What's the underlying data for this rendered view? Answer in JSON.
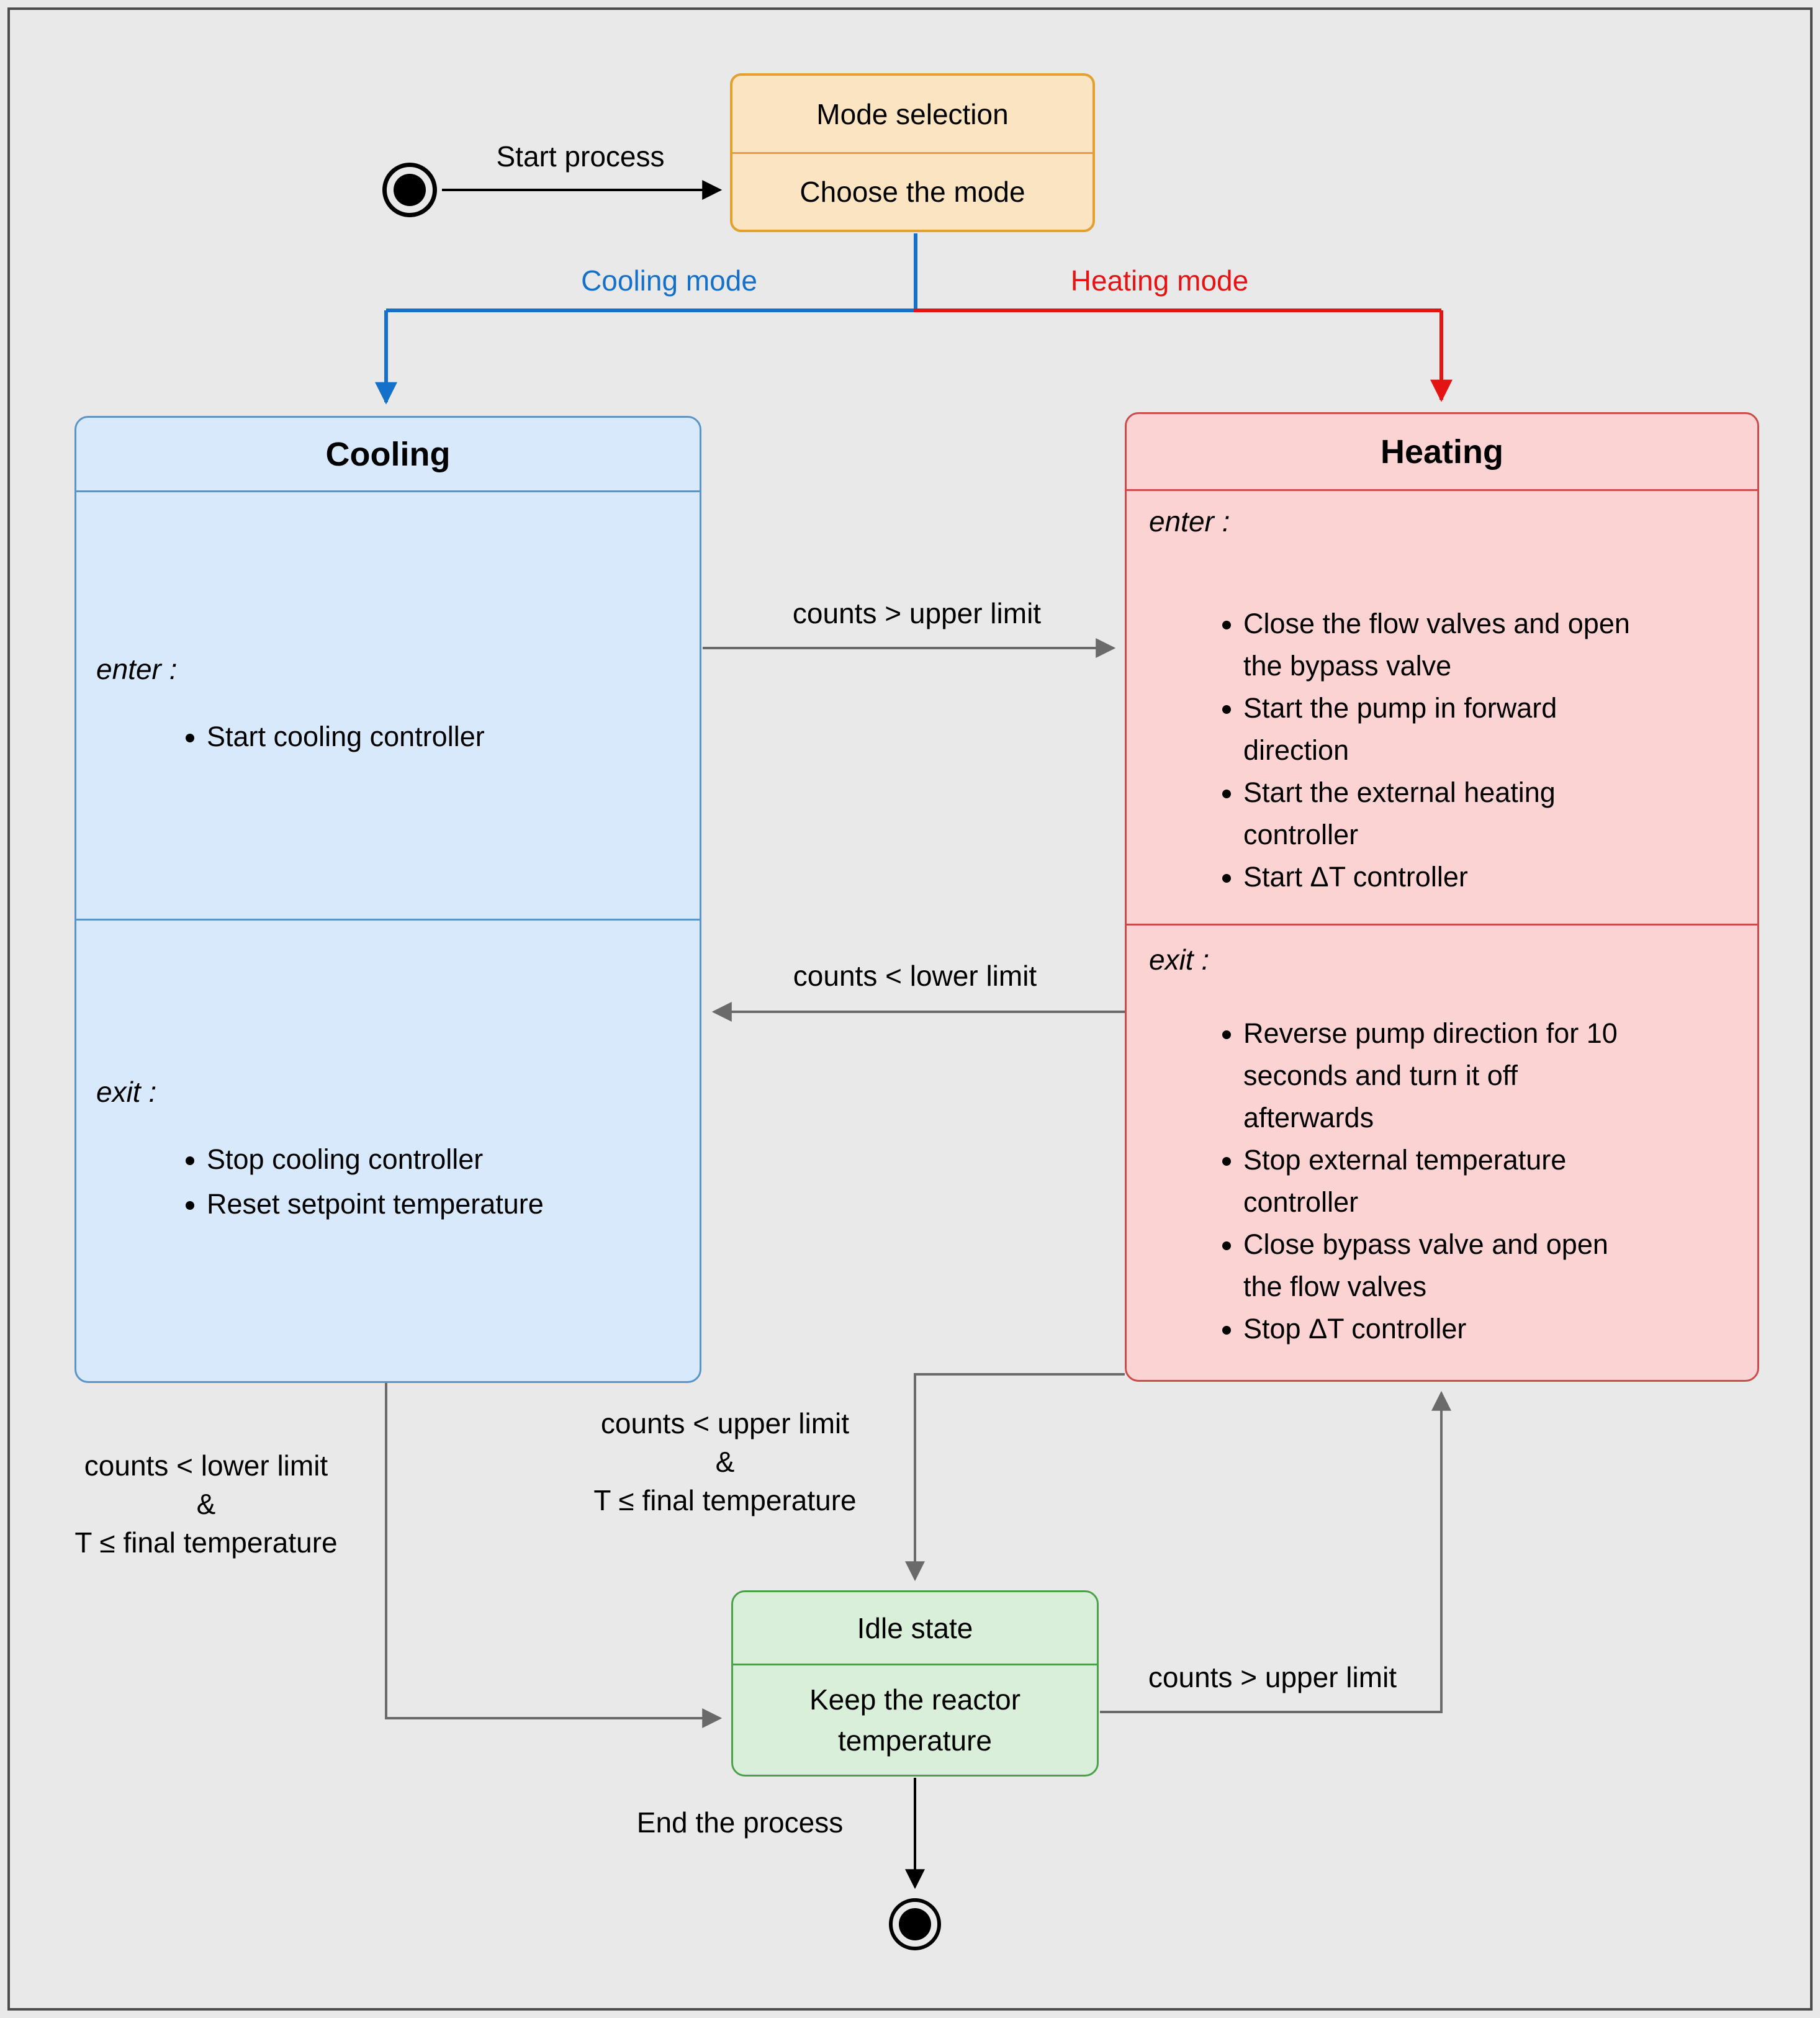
{
  "colors": {
    "background": "#e9e9e9",
    "frame_border": "#4c4c4c",
    "arrow_gray": "#6a6a6a",
    "text_black": "#000000",
    "blue_line": "#1470c8",
    "red_line": "#e51414",
    "mode_fill": "#fbe4c1",
    "mode_border": "#e2a12f",
    "cooling_fill": "#d7e9fa",
    "cooling_border": "#5b94c9",
    "heating_fill": "#fcd3d3",
    "heating_border": "#cc4b4b",
    "idle_fill": "#d9efd9",
    "idle_border": "#4aa14a"
  },
  "start_node": {
    "label": "Start process"
  },
  "mode_state": {
    "title": "Mode selection",
    "body": "Choose the mode"
  },
  "branch_labels": {
    "cooling": "Cooling mode",
    "heating": "Heating mode"
  },
  "cooling_state": {
    "title": "Cooling",
    "enter_label": "enter :",
    "enter_items": [
      "Start cooling controller"
    ],
    "exit_label": "exit :",
    "exit_items": [
      "Stop cooling controller",
      "Reset setpoint temperature"
    ]
  },
  "heating_state": {
    "title": "Heating",
    "enter_label": "enter :",
    "enter_items": [
      "Close the flow valves and open the bypass valve",
      "Start the pump in forward direction",
      "Start the external heating controller",
      "Start ΔT controller"
    ],
    "exit_label": "exit :",
    "exit_items": [
      "Reverse pump direction for 10 seconds and turn it off afterwards",
      "Stop external temperature controller",
      "Close bypass valve and open the flow valves",
      "Stop ΔT controller"
    ]
  },
  "idle_state": {
    "title": "Idle state",
    "body": "Keep the reactor temperature"
  },
  "transitions": {
    "cooling_to_heating": "counts > upper limit",
    "heating_to_cooling": "counts < lower limit",
    "idle_to_heating": "counts > upper limit",
    "cooling_to_idle_lines": [
      "counts < lower limit",
      "&",
      "T ≤ final temperature"
    ],
    "heating_to_idle_lines": [
      "counts < upper limit",
      "&",
      "T ≤ final temperature"
    ],
    "end_label": "End the process"
  }
}
